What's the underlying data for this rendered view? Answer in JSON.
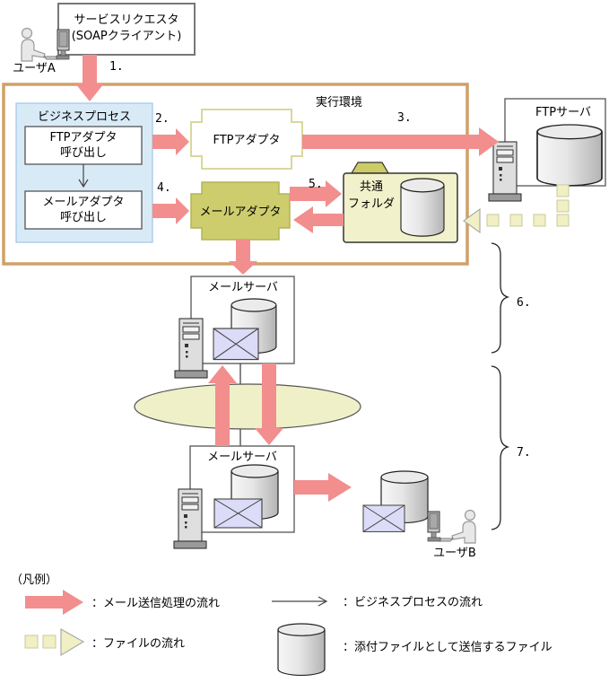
{
  "nodes": {
    "service_requester": {
      "line1": "サービスリクエスタ",
      "line2": "(SOAPクライアント)"
    },
    "user_a": "ユーザA",
    "execution_env": "実行環境",
    "business_process": "ビジネスプロセス",
    "ftp_adapter_call": {
      "line1": "FTPアダプタ",
      "line2": "呼び出し"
    },
    "mail_adapter_call": {
      "line1": "メールアダプタ",
      "line2": "呼び出し"
    },
    "ftp_adapter": "FTPアダプタ",
    "mail_adapter": "メールアダプタ",
    "shared_folder": {
      "line1": "共通",
      "line2": "フォルダ"
    },
    "ftp_server": "FTPサーバ",
    "mail_server_upper": "メールサーバ",
    "mail_server_lower": "メールサーバ",
    "user_b": "ユーザB"
  },
  "steps": {
    "1": "1.",
    "2": "2.",
    "3": "3.",
    "4": "4.",
    "5": "5.",
    "6": "6.",
    "7": "7."
  },
  "legend": {
    "title": "（凡例）",
    "mail_flow": "：メール送信処理の流れ",
    "business_flow": "：ビジネスプロセスの流れ",
    "file_flow": "：ファイルの流れ",
    "attachment_file": "：添付ファイルとして送信するファイル"
  },
  "colors": {
    "flow_arrow": "#F28E8E",
    "file_flow_fill": "#F0F0C4",
    "env_border": "#D0A068",
    "process_box_fill": "#D9EAF7",
    "process_box_border": "#9FC5E8",
    "adapter_fill": "#CDCD6E",
    "adapter_border": "#B3B356",
    "plaque_border": "#D8D89C",
    "folder_fill": "#F1F1CB",
    "folder_tab_fill": "#CCCC66",
    "network_fill": "#F0F0C8",
    "envelope_fill": "#DCDCF8"
  }
}
